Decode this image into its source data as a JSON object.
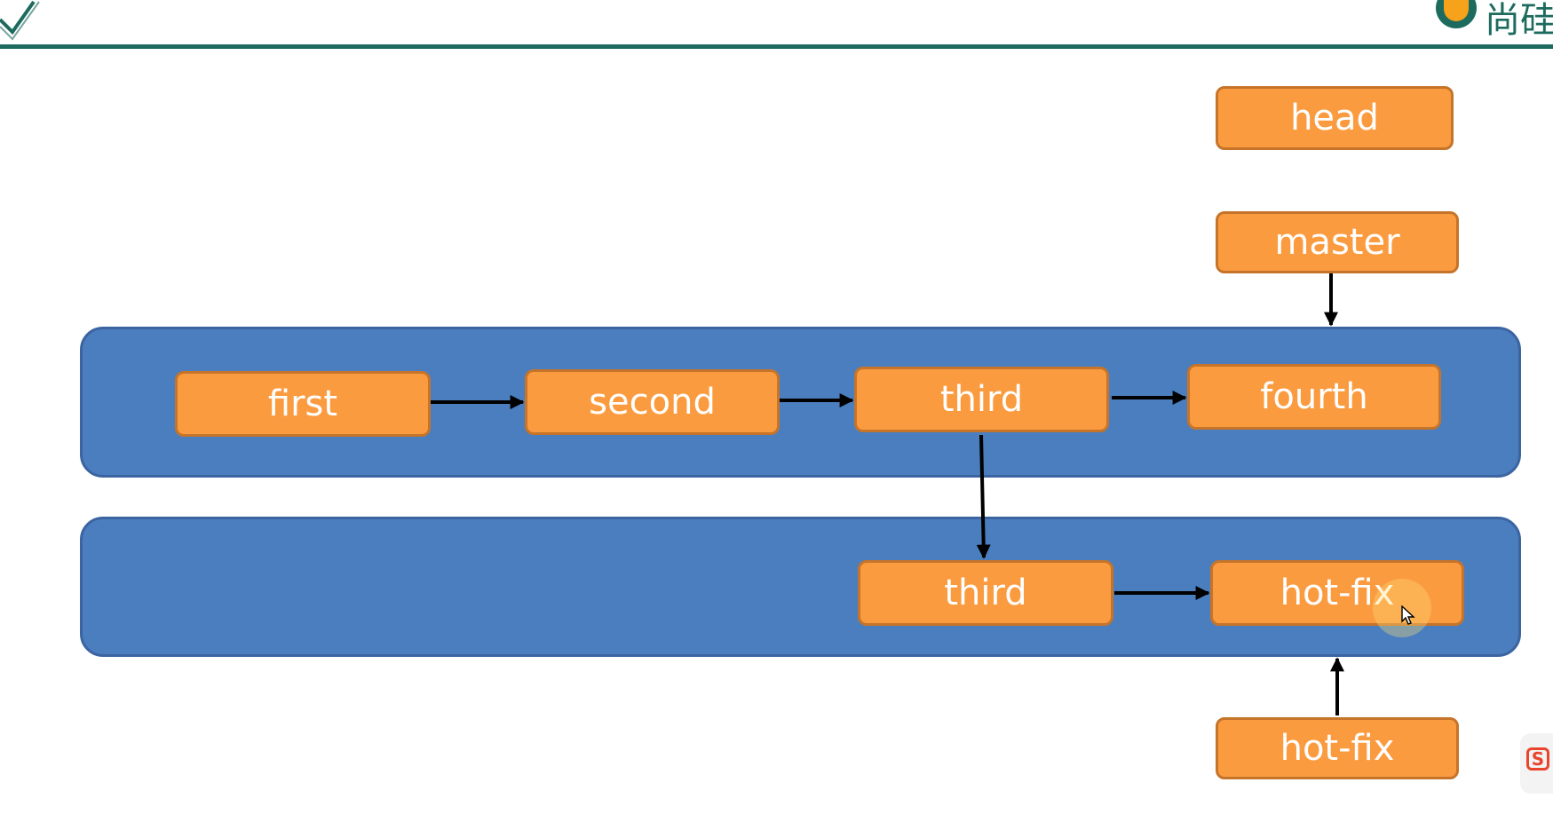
{
  "logo": {
    "text": "尚硅"
  },
  "nodes": {
    "head": "head",
    "master": "master",
    "first": "first",
    "second": "second",
    "third_master": "third",
    "fourth": "fourth",
    "third_hotfix": "third",
    "hotfix_commit": "hot-fix",
    "hotfix_branch": "hot-fix"
  },
  "side_widget": {
    "icon": "S"
  },
  "colors": {
    "node_fill": "#fb9b40",
    "node_border": "#c5742a",
    "lane_fill": "#4a7ebf",
    "header_line": "#1c6b5e"
  },
  "icons": {
    "corner_mark": "chevron-icon",
    "logo": "brand-logo-icon",
    "side_widget": "input-method-icon",
    "cursor": "mouse-pointer-icon"
  }
}
